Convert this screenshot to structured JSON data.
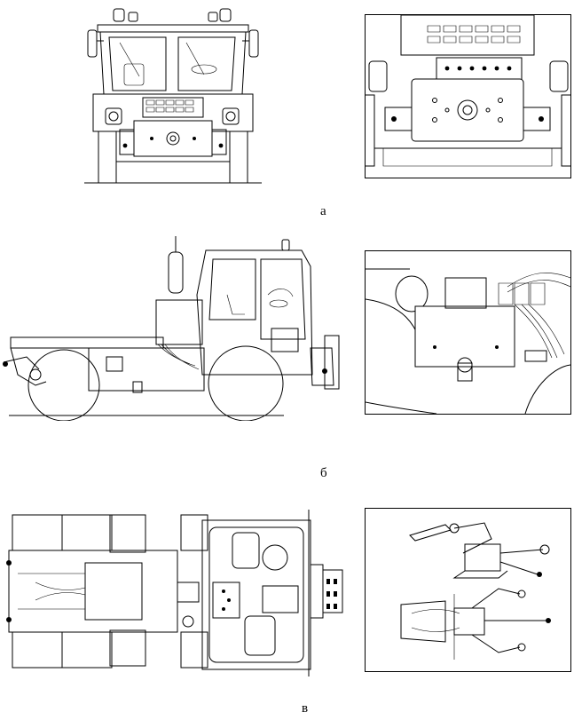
{
  "figure": {
    "panels": [
      {
        "id": "a",
        "caption": "а"
      },
      {
        "id": "b",
        "caption": "б"
      },
      {
        "id": "c",
        "caption": "в"
      }
    ]
  }
}
